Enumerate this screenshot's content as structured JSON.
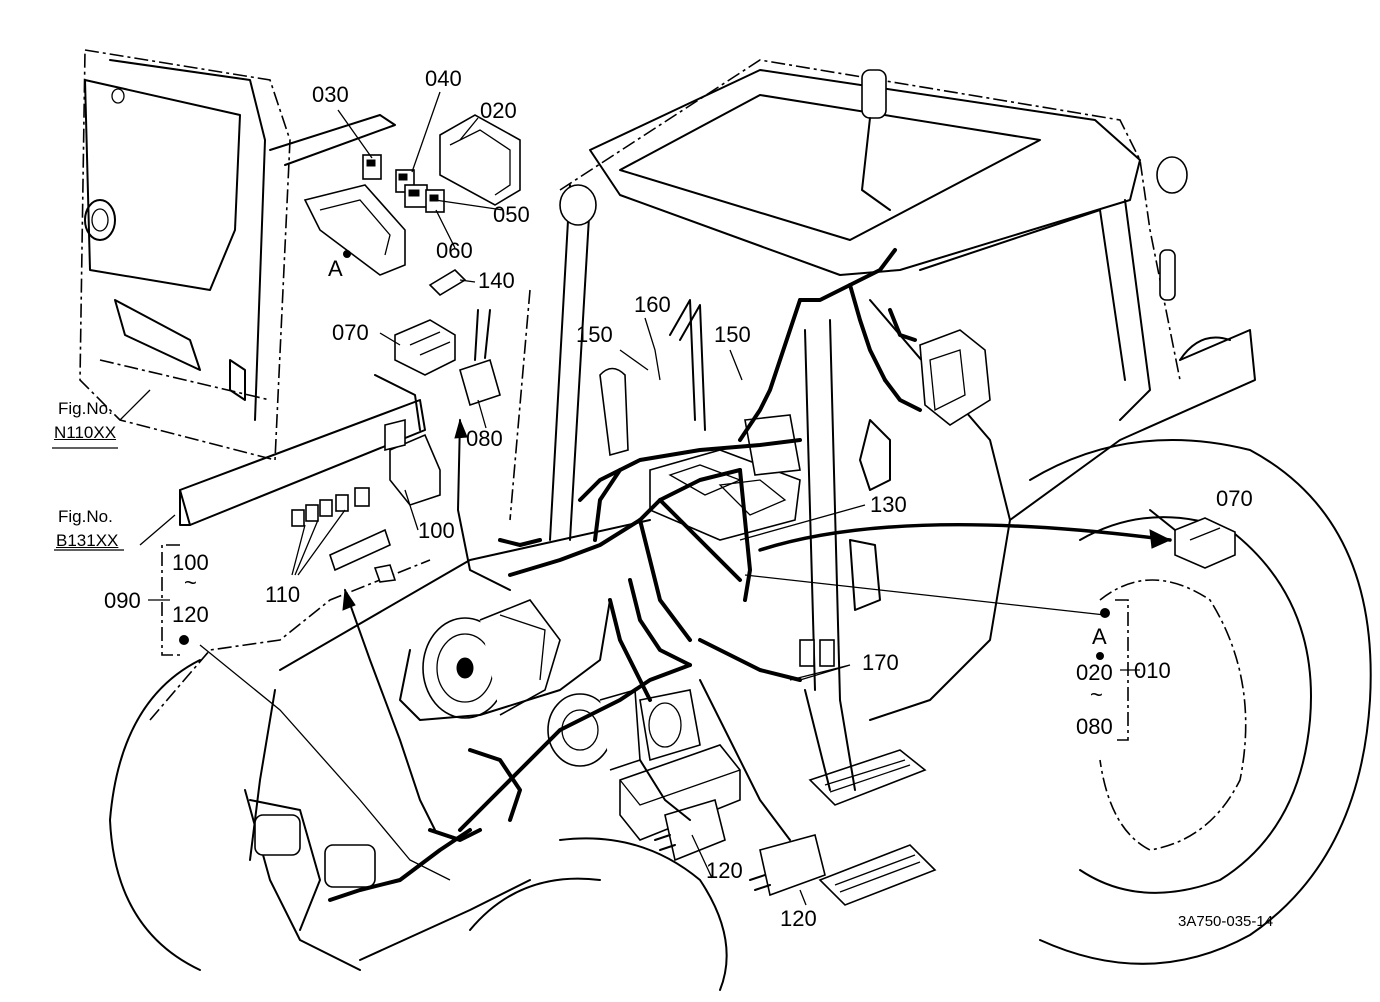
{
  "callouts": {
    "c030": "030",
    "c040": "040",
    "c020": "020",
    "c050": "050",
    "c060": "060",
    "c140": "140",
    "c070_top": "070",
    "c080": "080",
    "c160": "160",
    "c150_left": "150",
    "c150_right": "150",
    "c130": "130",
    "c070_right": "070",
    "c100": "100",
    "c110": "110",
    "c090": "090",
    "c100_range": "100",
    "tilde_left": "~",
    "c120_range": "120",
    "c170": "170",
    "c010": "010",
    "letter_a_right": "A",
    "c020_range": "020",
    "tilde_right": "~",
    "c080_range": "080",
    "c120_left": "120",
    "c120_bottom": "120",
    "letter_a_left": "A"
  },
  "figure_refs": {
    "fig1_prefix": "Fig.No.",
    "fig1_code": "N110XX",
    "fig2_prefix": "Fig.No.",
    "fig2_code": "B131XX"
  },
  "drawing_code": "3A750-035-14"
}
